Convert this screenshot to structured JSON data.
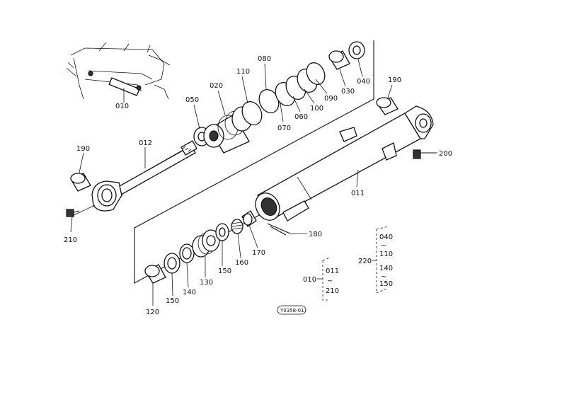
{
  "diagram_code": "Y0358-01",
  "labels": {
    "p010": "010",
    "p012": "012",
    "p190a": "190",
    "p210": "210",
    "p020": "020",
    "p050": "050",
    "p110": "110",
    "p080": "080",
    "p070": "070",
    "p060": "060",
    "p100": "100",
    "p090": "090",
    "p030": "030",
    "p040": "040",
    "p190b": "190",
    "p200": "200",
    "p011": "011",
    "p180": "180",
    "p170": "170",
    "p160": "160",
    "p150a": "150",
    "p130": "130",
    "p140": "140",
    "p150b": "150",
    "p120": "120"
  },
  "group_010": {
    "label": "010",
    "items": [
      "011",
      "~",
      "210"
    ]
  },
  "group_220": {
    "label": "220",
    "items": [
      "040",
      "~",
      "110",
      "140",
      "~",
      "150"
    ]
  }
}
